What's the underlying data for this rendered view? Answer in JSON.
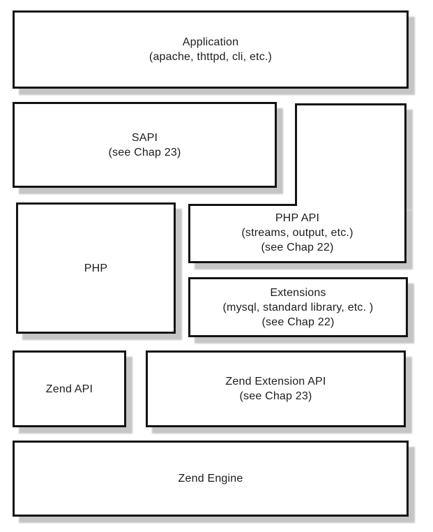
{
  "diagram": {
    "description": "PHP internals architecture layer diagram",
    "colors": {
      "box_border": "#131313",
      "box_fill": "#ffffff",
      "shadow": "#c5c5c5",
      "text": "#1c1c1c",
      "background": "#ffffff"
    },
    "boxes": {
      "application": {
        "lines": [
          "Application",
          "(apache, thttpd, cli, etc.)"
        ]
      },
      "sapi": {
        "lines": [
          "SAPI",
          "(see Chap 23)"
        ]
      },
      "sapi_side": {
        "lines": []
      },
      "php": {
        "lines": [
          "PHP"
        ]
      },
      "php_api": {
        "lines": [
          "PHP API",
          "(streams, output, etc.)",
          "(see Chap 22)"
        ]
      },
      "extensions": {
        "lines": [
          "Extensions",
          "(mysql, standard library, etc. )",
          "(see Chap 22)"
        ]
      },
      "zend_api": {
        "lines": [
          "Zend API"
        ]
      },
      "zend_extension_api": {
        "lines": [
          "Zend Extension API",
          "(see Chap 23)"
        ]
      },
      "zend_engine": {
        "lines": [
          "Zend Engine"
        ]
      }
    }
  }
}
